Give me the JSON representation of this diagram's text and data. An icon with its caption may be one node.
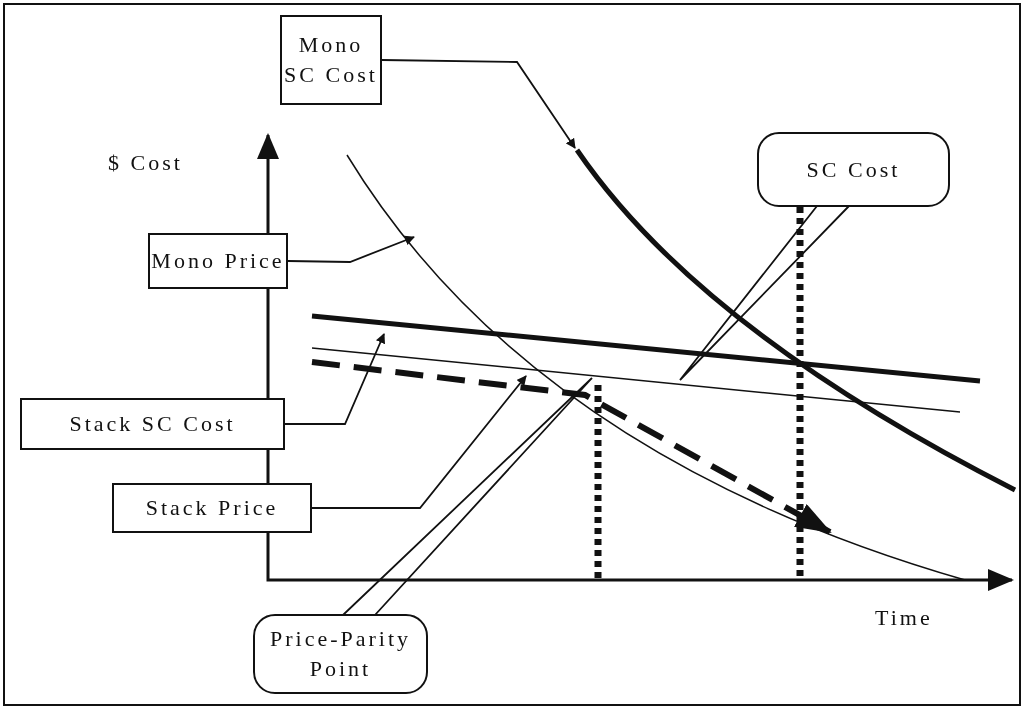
{
  "diagram": {
    "nodes": [
      {
        "text": [
          "Mono SC Cost"
        ]
      },
      {
        "text": [
          "SC Cost"
        ]
      },
      {
        "text": [
          "Mono Price"
        ]
      },
      {
        "text": [
          "Stack SC Cost"
        ]
      },
      {
        "text": [
          "Stack Price"
        ]
      },
      {
        "text": [
          "Price-Parity Point"
        ]
      }
    ],
    "edges": [
      {
        "from": 0,
        "to": null,
        "arrow": "to"
      },
      {
        "from": 1,
        "to": null,
        "arrow": "none"
      },
      {
        "from": 2,
        "to": null,
        "arrow": "to"
      },
      {
        "from": 3,
        "to": null,
        "arrow": "to"
      },
      {
        "from": 4,
        "to": null,
        "arrow": "to"
      },
      {
        "from": 5,
        "to": null,
        "arrow": "none"
      }
    ],
    "labels": [
      "$ Cost",
      "Time"
    ]
  }
}
